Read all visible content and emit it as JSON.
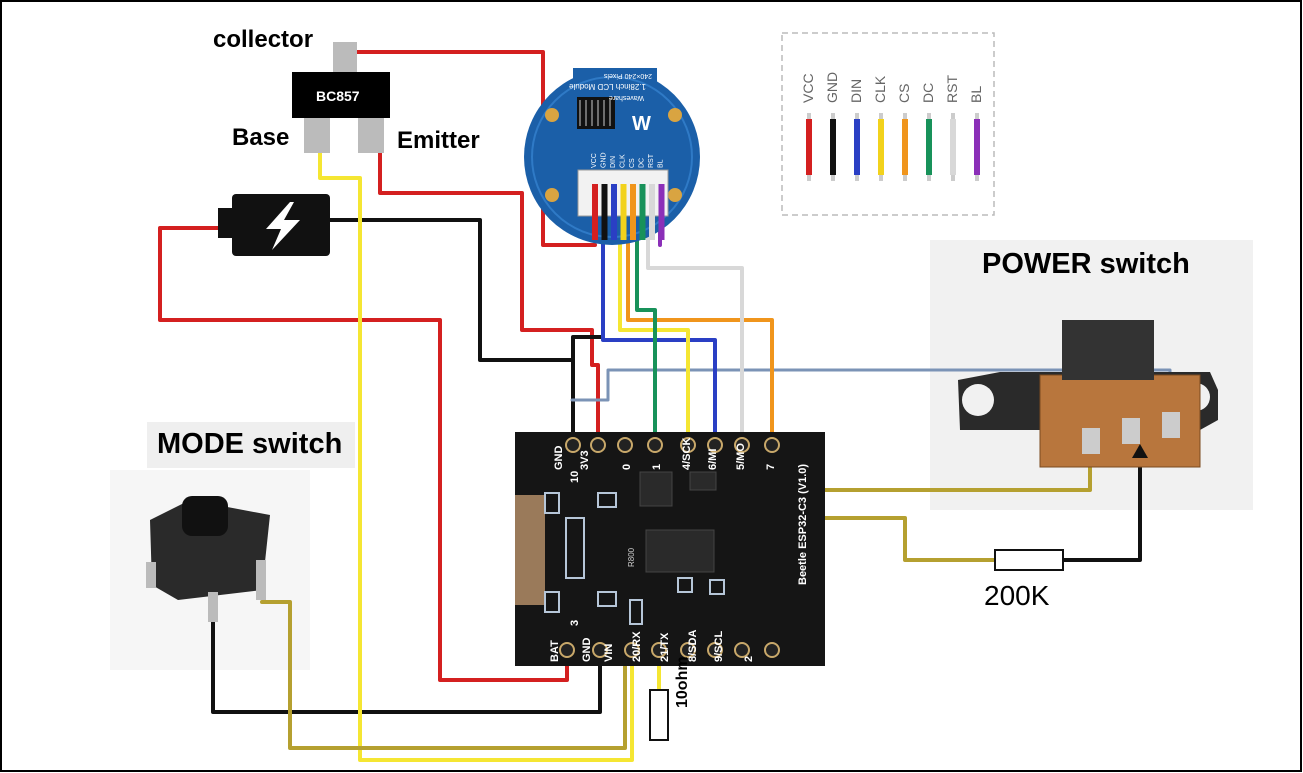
{
  "transistor": {
    "part": "BC857",
    "collector_label": "collector",
    "base_label": "Base",
    "emitter_label": "Emitter"
  },
  "lcd": {
    "title": "1.28inch LCD Module",
    "resolution": "240×240 Pixels",
    "brand": "Waveshare",
    "pins": [
      "VCC",
      "GND",
      "DIN",
      "CLK",
      "CS",
      "DC",
      "RST",
      "BL"
    ]
  },
  "legend": {
    "pins": [
      {
        "label": "VCC",
        "color": "#d42020"
      },
      {
        "label": "GND",
        "color": "#111111"
      },
      {
        "label": "DIN",
        "color": "#2a3fc4"
      },
      {
        "label": "CLK",
        "color": "#f2d21c"
      },
      {
        "label": "CS",
        "color": "#f0951c"
      },
      {
        "label": "DC",
        "color": "#18925a"
      },
      {
        "label": "RST",
        "color": "#d8d8d8"
      },
      {
        "label": "BL",
        "color": "#8b2fb8"
      }
    ]
  },
  "board": {
    "name": "Beetle ESP32-C3 (V1.0)",
    "top_pins": [
      "GND",
      "3V3",
      "0",
      "1",
      "4/SCK",
      "6/MI",
      "5/MO",
      "7"
    ],
    "side_pins": [
      "10",
      "3"
    ],
    "bottom_pins": [
      "BAT",
      "GND",
      "VIN",
      "20/RX",
      "21/TX",
      "8/SDA",
      "9/SCL",
      "2"
    ],
    "resistor_code": "R800"
  },
  "power_switch": {
    "label": "POWER switch"
  },
  "mode_switch": {
    "label": "MODE switch"
  },
  "resistor_200k": {
    "label": "200K"
  },
  "resistor_10ohm": {
    "label": "10ohm"
  },
  "colors": {
    "red": "#d42020",
    "black": "#111111",
    "yellow": "#f5e632",
    "olive": "#b5a030",
    "blue": "#2a3fc4",
    "green": "#18925a",
    "orange": "#f0951c",
    "grey_blue": "#7b93b6",
    "light_grey": "#d8d8d8",
    "purple": "#8b2fb8",
    "lcd_blue": "#1b5fa8",
    "board_black": "#151515"
  }
}
